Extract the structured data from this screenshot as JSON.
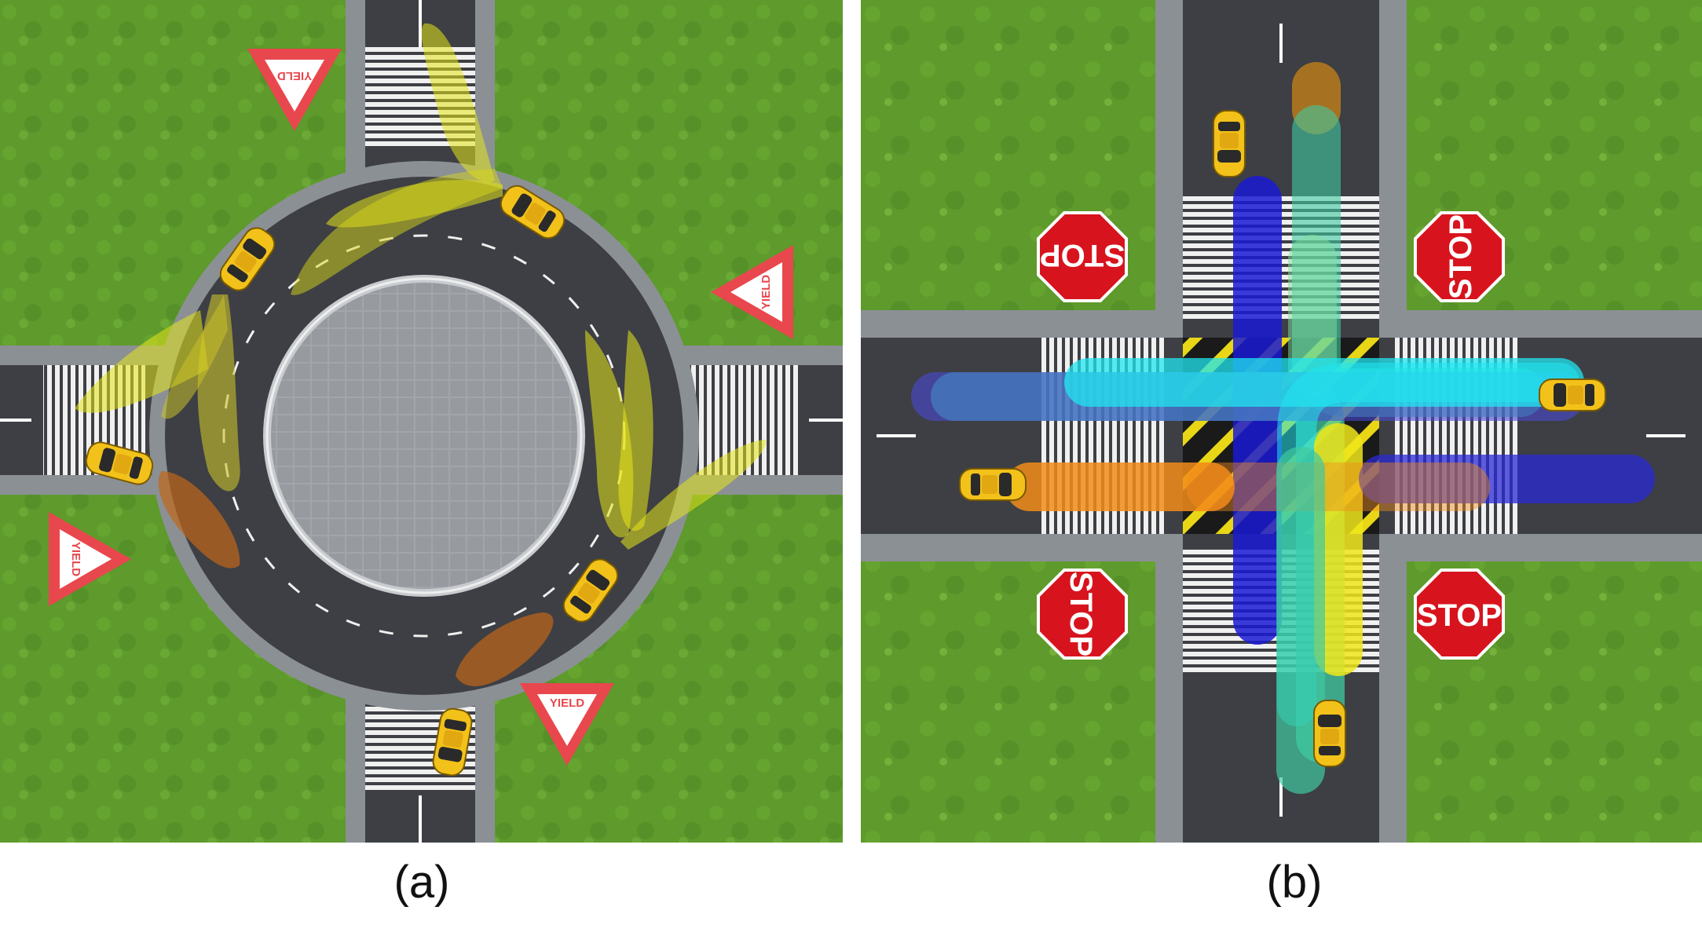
{
  "panels": [
    {
      "caption": "(a)",
      "scene": "roundabout",
      "sign_label": "YIELD",
      "colors": {
        "grass": "#5e9a2c",
        "asphalt": "#3d3f44",
        "paving": "#9a9ea3",
        "sign": "#e8474d",
        "car": "#f2c21a",
        "primary_trajectory": "#e6e619",
        "secondary_trajectory": "#c0661a"
      }
    },
    {
      "caption": "(b)",
      "scene": "four-way intersection",
      "sign_label": "STOP",
      "colors": {
        "grass": "#5e9a2c",
        "asphalt": "#3d3f44",
        "hatch": "#e8d617",
        "sign": "#d7141e",
        "car": "#f2c21a",
        "trajectories": [
          "#1a1ad4",
          "#20e6f0",
          "#3fc9a0",
          "#f0e61a",
          "#f28c1a",
          "#c0801a"
        ]
      }
    }
  ]
}
